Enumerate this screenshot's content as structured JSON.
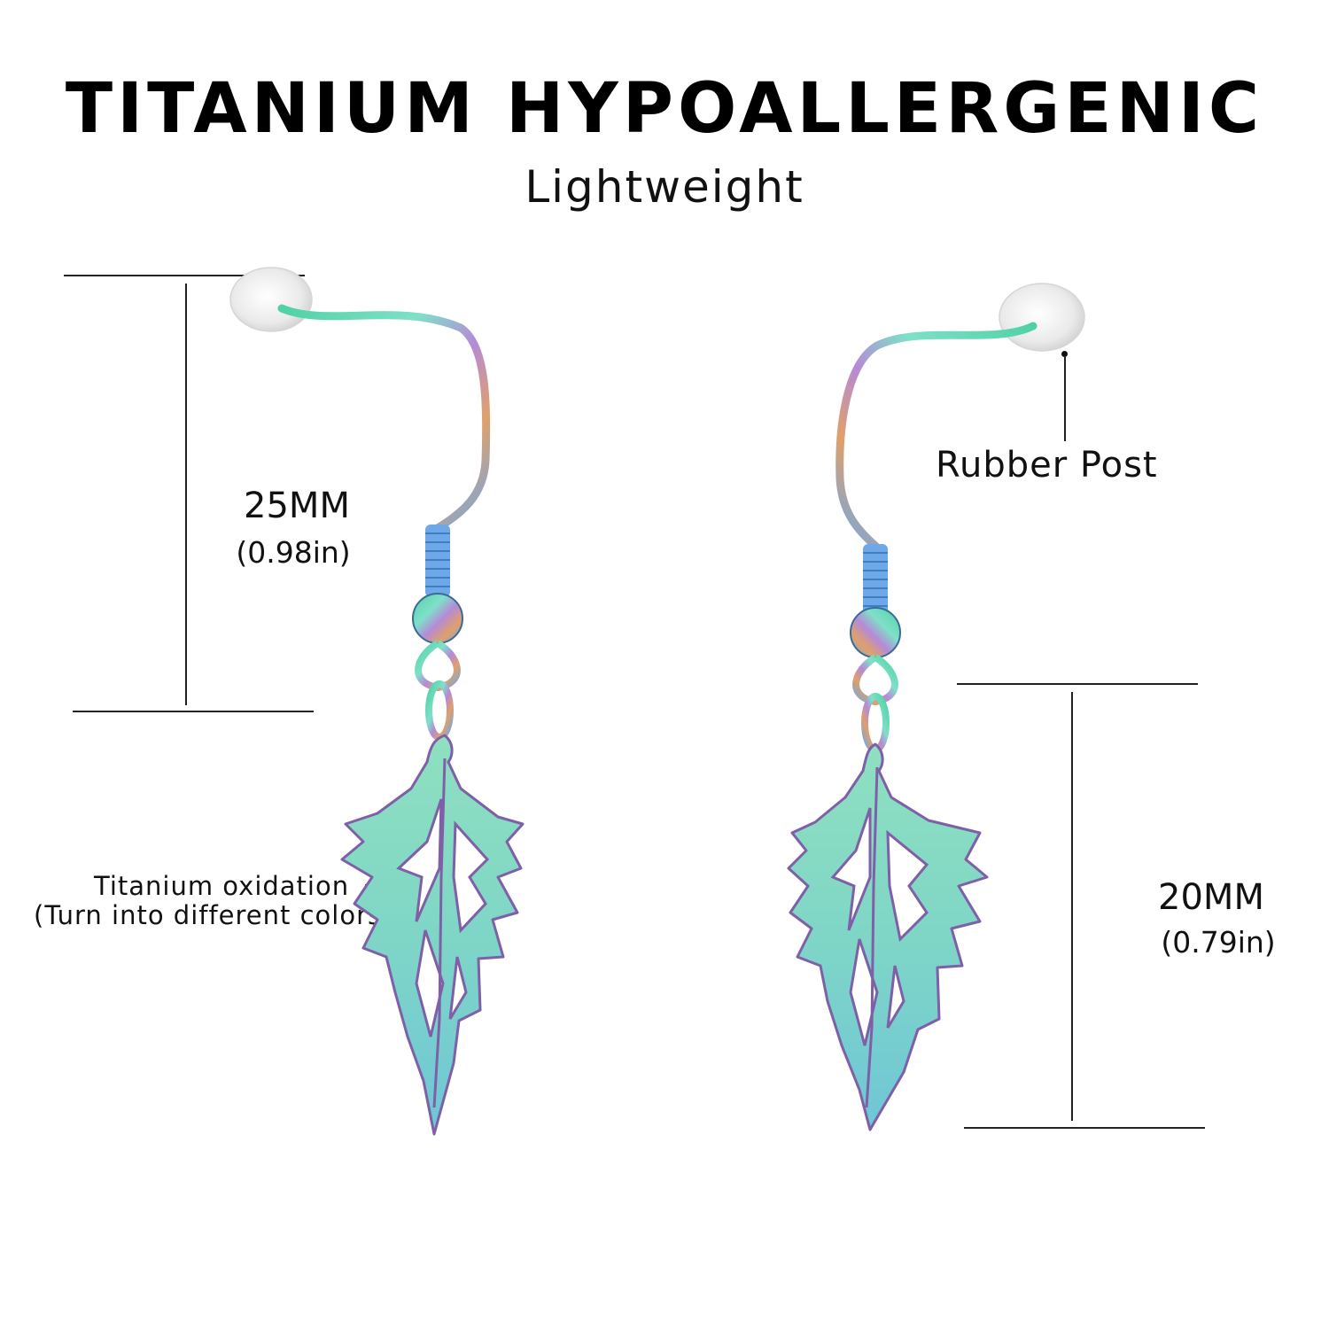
{
  "header": {
    "title": "TITANIUM HYPOALLERGENIC",
    "subtitle": "Lightweight"
  },
  "dimensions": {
    "hook": {
      "mm": "25MM",
      "inches": "(0.98in)"
    },
    "pendant": {
      "mm": "20MM",
      "inches": "(0.79in)"
    }
  },
  "callouts": {
    "post": "Rubber Post",
    "oxidation_line1": "Titanium oxidation",
    "oxidation_line2": "(Turn into different colors)"
  },
  "colors": {
    "rainbow": [
      "#4fd1a5",
      "#7fe0c8",
      "#b58ad8",
      "#e0a06a",
      "#6ea8e8"
    ]
  }
}
